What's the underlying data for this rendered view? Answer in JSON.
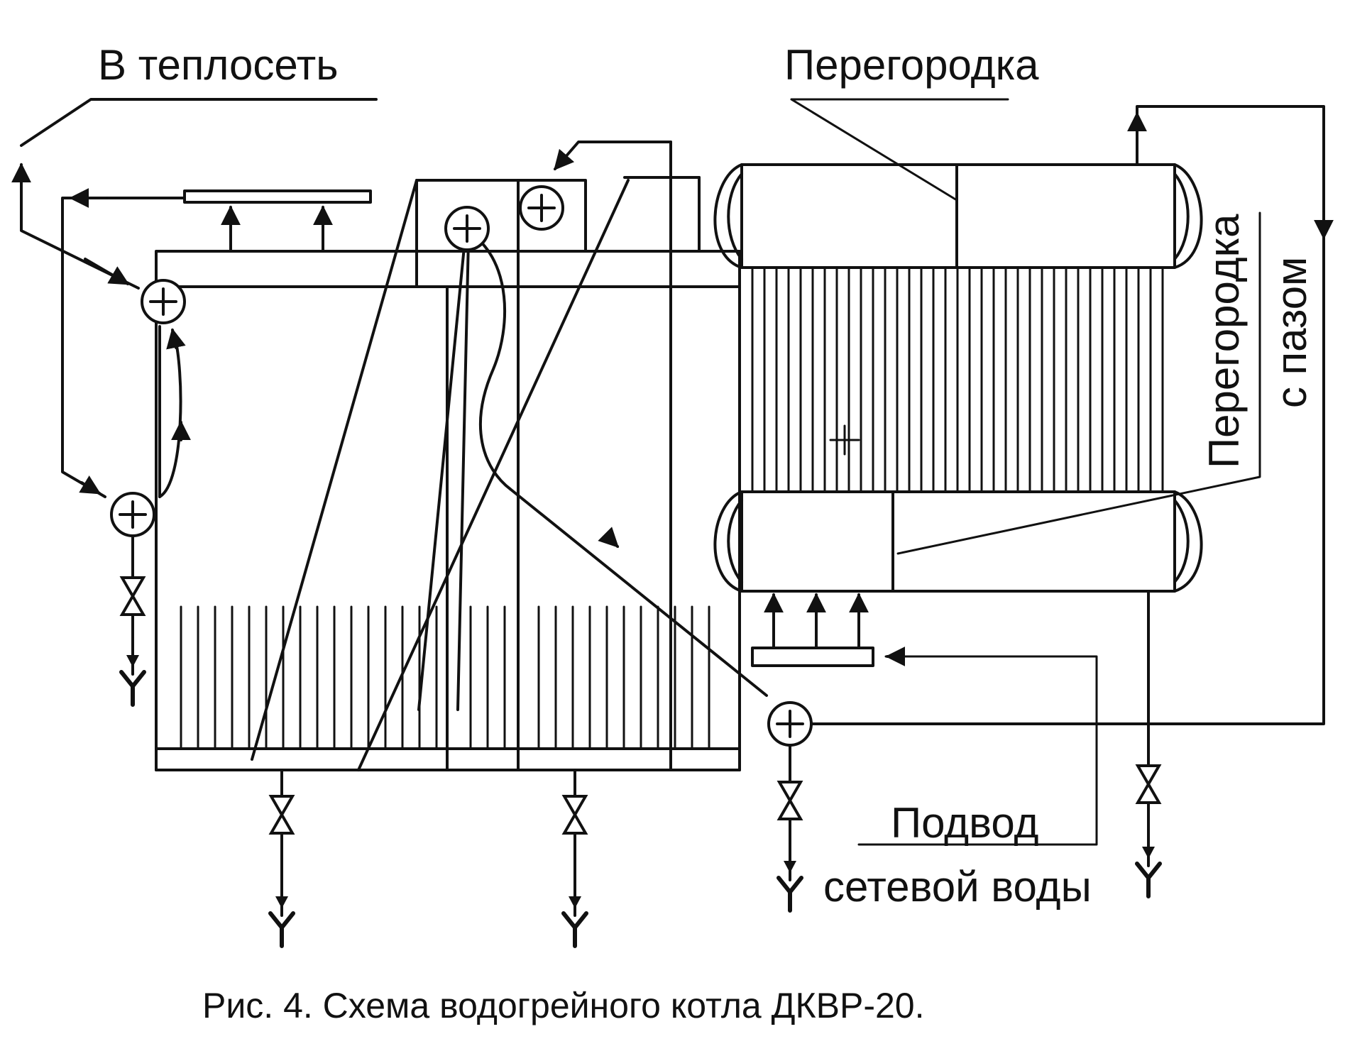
{
  "labels": {
    "to_heat_network": "В теплосеть",
    "partition": "Перегородка",
    "partition_with_groove_1": "Перегородка",
    "partition_with_groove_2": "с пазом",
    "water_supply_1": "Подвод",
    "water_supply_2": "сетевой воды"
  },
  "caption": "Рис. 4. Схема водогрейного котла ДКВР-20.",
  "colors": {
    "line": "#111111",
    "background": "#ffffff"
  }
}
